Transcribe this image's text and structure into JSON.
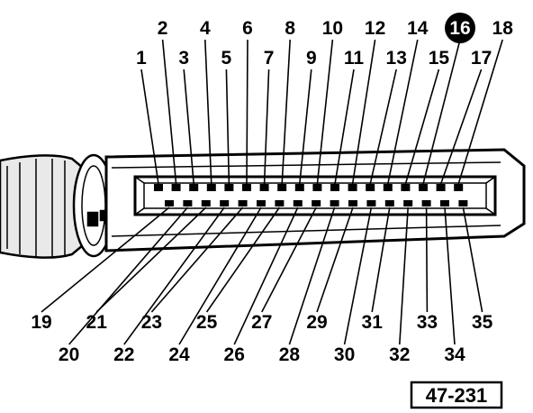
{
  "diagram": {
    "top_pins": [
      "1",
      "2",
      "3",
      "4",
      "5",
      "6",
      "7",
      "8",
      "9",
      "10",
      "11",
      "12",
      "13",
      "14",
      "15",
      "16",
      "17",
      "18"
    ],
    "bottom_pins": [
      "19",
      "20",
      "21",
      "22",
      "23",
      "24",
      "25",
      "26",
      "27",
      "28",
      "29",
      "30",
      "31",
      "32",
      "33",
      "34",
      "35"
    ],
    "highlighted_pin": "16",
    "figure_reference": "47-231"
  },
  "colors": {
    "ink": "#000000",
    "paper": "#ffffff",
    "highlight_fill": "#000000",
    "highlight_text": "#ffffff"
  }
}
